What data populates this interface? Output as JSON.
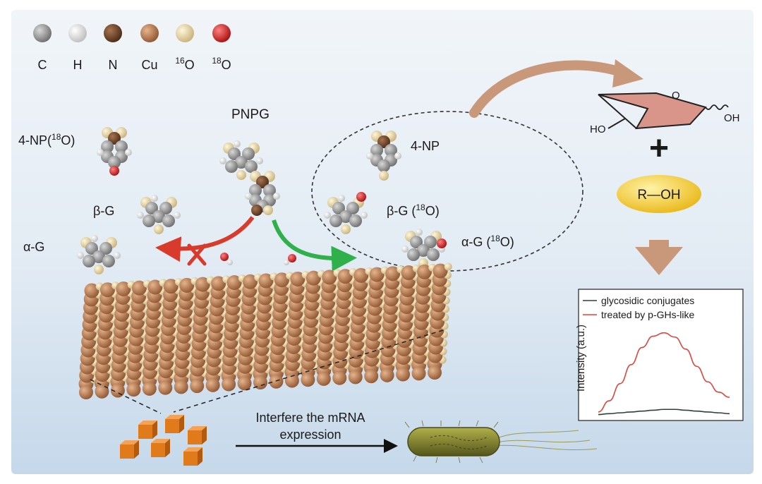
{
  "legend": {
    "items": [
      {
        "label": "C",
        "color": "#8a8a8a"
      },
      {
        "label": "H",
        "color": "#e6e6e6"
      },
      {
        "label": "N",
        "color": "#6b3f22"
      },
      {
        "label": "Cu",
        "color": "#b77a4c"
      },
      {
        "label": "16O",
        "color": "#e6d5a3",
        "sup": "16",
        "base": "O"
      },
      {
        "label": "18O",
        "color": "#d41f1f",
        "sup": "18",
        "base": "O"
      }
    ]
  },
  "labels": {
    "pnpg": "PNPG",
    "np18_pre": "4-NP(",
    "np18_sup": "18",
    "np18_post": "O)",
    "beta_g": "β-G",
    "alpha_g": "α-G",
    "np": "4-NP",
    "beta_g18_pre": "β-G (",
    "beta_g18_sup": "18",
    "beta_g18_post": "O)",
    "alpha_g18_pre": "α-G (",
    "alpha_g18_sup": "18",
    "alpha_g18_post": "O)"
  },
  "sugar": {
    "ring_o": "O",
    "ho_left": "HO",
    "oh_right": "OH"
  },
  "plus": "+",
  "roh": "R—OH",
  "bottom": {
    "line1": "Interfere the mRNA",
    "line2": "expression"
  },
  "chart_data": {
    "type": "line",
    "ylabel": "Intensity (a.u.)",
    "xlabel": "",
    "series": [
      {
        "name": "glycosidic conjugates",
        "color": "#2f3f3a",
        "values": [
          0.02,
          0.03,
          0.04,
          0.05,
          0.06,
          0.07,
          0.08,
          0.08,
          0.07,
          0.06,
          0.05,
          0.04,
          0.03
        ]
      },
      {
        "name": "treated by p-GHs-like",
        "color": "#e0443a",
        "values": [
          0.05,
          0.18,
          0.38,
          0.6,
          0.8,
          0.93,
          0.97,
          0.92,
          0.78,
          0.58,
          0.4,
          0.28,
          0.22
        ]
      }
    ],
    "ylim": [
      0,
      1
    ]
  },
  "colors": {
    "bg_top": "#eef3f8",
    "bg_bottom": "#cfdeed",
    "cu": "#b77a4c",
    "o16": "#e6d5a3",
    "o18": "#d41f1f",
    "arrow_red": "#d83a2b",
    "arrow_green": "#2fb04a",
    "arrow_brown": "#c9987a",
    "ellipse_yellow": "#f2cf2a",
    "sugar_ring": "#d9958a",
    "nanocube": "#e07a1a",
    "bacterium": "#7a7a2a"
  }
}
